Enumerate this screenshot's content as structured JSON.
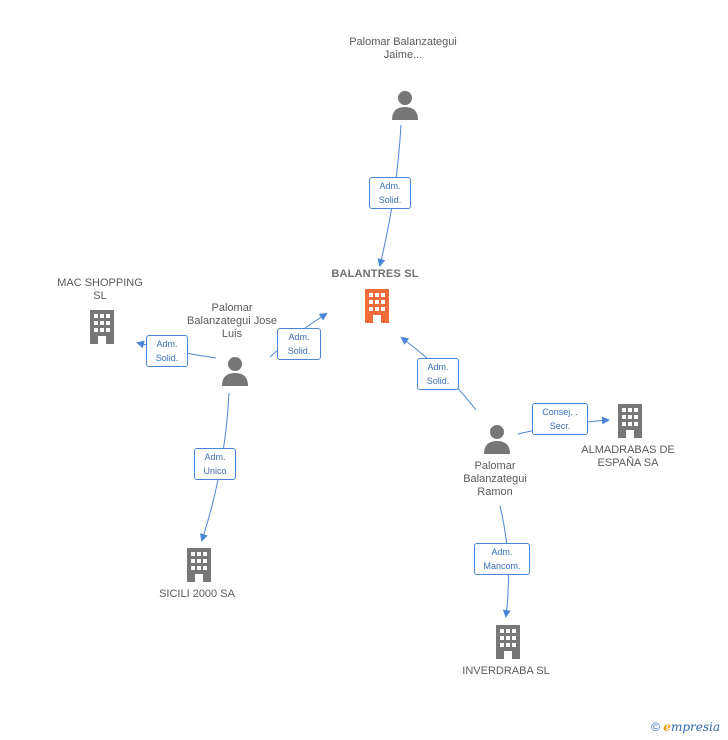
{
  "nodes": {
    "center": {
      "name": "BALANTRES SL",
      "type": "company",
      "color": "#f26b3a"
    },
    "jaime": {
      "name": "Palomar Balanzategui Jaime...",
      "type": "person"
    },
    "jose_luis": {
      "name": "Palomar Balanzategui Jose Luis",
      "type": "person"
    },
    "ramon": {
      "name": "Palomar Balanzategui Ramon",
      "type": "person"
    },
    "mac": {
      "name": "MAC SHOPPING SL",
      "type": "company"
    },
    "sicili": {
      "name": "SICILI 2000 SA",
      "type": "company"
    },
    "almadrabas": {
      "name": "ALMADRABAS DE ESPAÑA SA",
      "type": "company"
    },
    "inverdraba": {
      "name": "INVERDRABA SL",
      "type": "company"
    }
  },
  "edges": [
    {
      "from": "jaime",
      "to": "center",
      "label_line1": "Adm.",
      "label_line2": "Solid."
    },
    {
      "from": "jose_luis",
      "to": "center",
      "label_line1": "Adm.",
      "label_line2": "Solid."
    },
    {
      "from": "jose_luis",
      "to": "mac",
      "label_line1": "Adm.",
      "label_line2": "Solid."
    },
    {
      "from": "jose_luis",
      "to": "sicili",
      "label_line1": "Adm.",
      "label_line2": "Unico"
    },
    {
      "from": "ramon",
      "to": "center",
      "label_line1": "Adm.",
      "label_line2": "Solid."
    },
    {
      "from": "ramon",
      "to": "almadrabas",
      "label_line1": "Consej. .",
      "label_line2": "Secr."
    },
    {
      "from": "ramon",
      "to": "inverdraba",
      "label_line1": "Adm.",
      "label_line2": "Mancom."
    }
  ],
  "colors": {
    "link": "#4a86d6",
    "icon": "#777777",
    "center": "#f26b3a"
  },
  "footer": {
    "copyright": "©",
    "brand_initial": "e",
    "brand_rest": "mpresia"
  }
}
